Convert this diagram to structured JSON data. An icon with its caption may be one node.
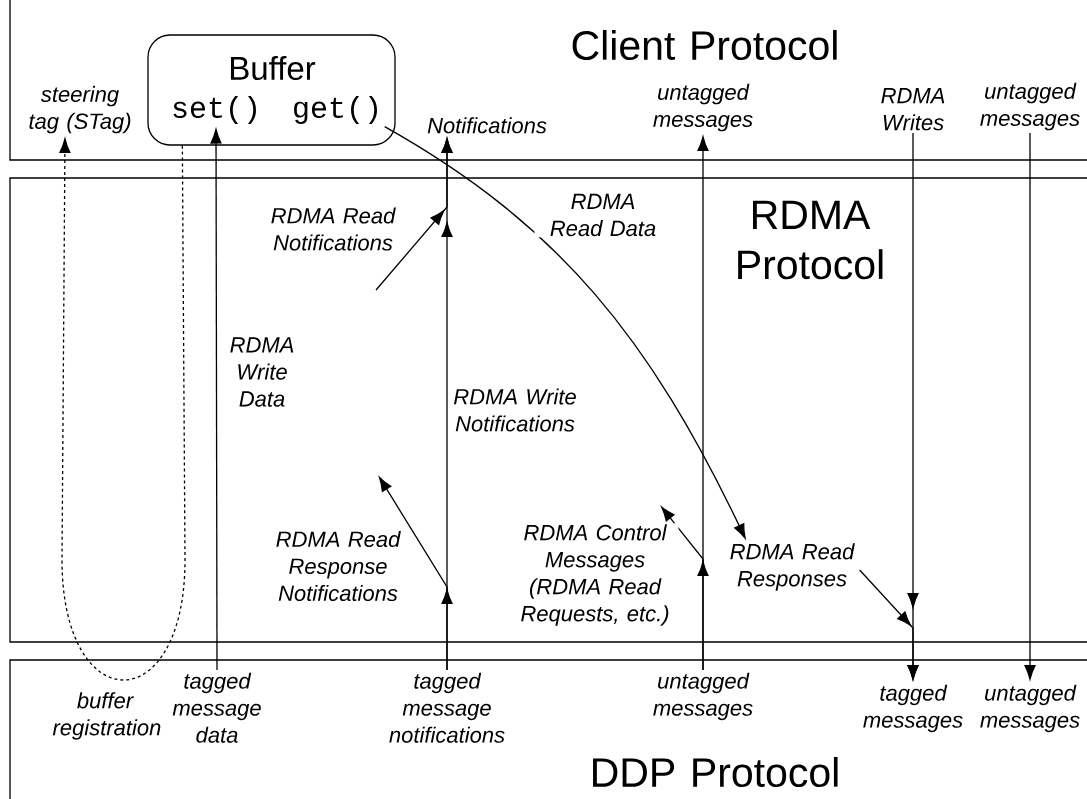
{
  "diagram": {
    "nodes": [
      {
        "text": [
          "Client Protocol"
        ]
      },
      {
        "text": [
          "RDMA Protocol"
        ]
      },
      {
        "text": [
          "DDP Protocol"
        ]
      },
      {
        "text": [
          "Buffer"
        ],
        "in": 0
      },
      {
        "text": [
          "set()"
        ],
        "in": 3
      },
      {
        "text": [
          "get()"
        ],
        "in": 3
      },
      {
        "text": [
          "steering tag (STag)"
        ],
        "in": 0
      },
      {
        "text": [
          "Notifications"
        ],
        "in": 0
      },
      {
        "text": [
          "untagged messages"
        ],
        "in": 0
      },
      {
        "text": [
          "RDMA Writes"
        ],
        "in": 0
      },
      {
        "text": [
          "untagged messages"
        ],
        "in": 0
      },
      {
        "text": [
          "RDMA Read Responses"
        ],
        "in": 1
      },
      {
        "text": [
          "tagged message data"
        ],
        "in": 2
      },
      {
        "text": [
          "tagged message notifications"
        ],
        "in": 2
      },
      {
        "text": [
          "untagged messages"
        ],
        "in": 2
      },
      {
        "text": [
          "tagged messages"
        ],
        "in": 2
      },
      {
        "text": [
          "untagged messages"
        ],
        "in": 2
      }
    ],
    "edges": [
      {
        "from": 3,
        "to": 6,
        "arrow": "to",
        "style": "dashed",
        "label": "buffer registration"
      },
      {
        "from": 12,
        "to": 4,
        "arrow": "to",
        "label": "RDMA Write Data"
      },
      {
        "from": 13,
        "to": 7,
        "arrow": "to",
        "label": "RDMA Write Notifications"
      },
      {
        "from": null,
        "to": 7,
        "arrow": "to",
        "label": "RDMA Read Notifications"
      },
      {
        "from": 13,
        "to": null,
        "arrow": "to",
        "label": "RDMA Read Response Notifications"
      },
      {
        "from": 14,
        "to": null,
        "arrow": "to",
        "label": "RDMA Control Messages (RDMA Read Requests, etc.)"
      },
      {
        "from": 14,
        "to": 8,
        "arrow": "to"
      },
      {
        "from": 5,
        "to": 11,
        "arrow": "to",
        "label": "RDMA Read Data"
      },
      {
        "from": 11,
        "to": 15,
        "arrow": "to"
      },
      {
        "from": 9,
        "to": 15,
        "arrow": "to"
      },
      {
        "from": 10,
        "to": 16,
        "arrow": "to"
      }
    ]
  }
}
